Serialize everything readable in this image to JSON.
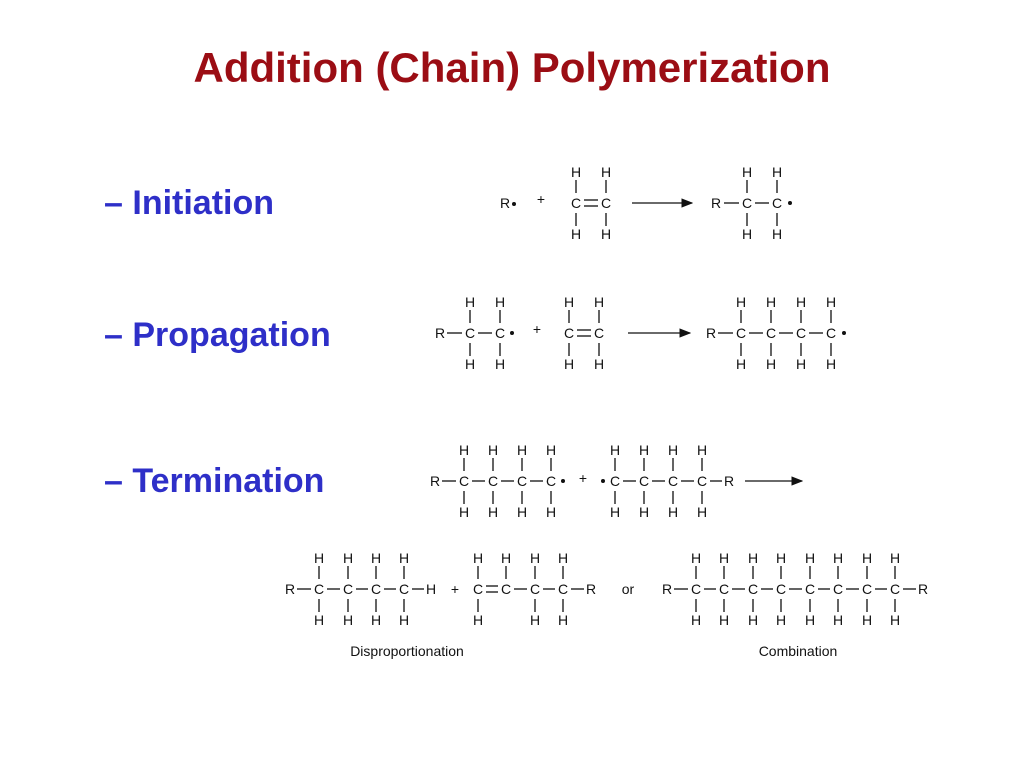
{
  "slide": {
    "title": "Addition (Chain) Polymerization",
    "title_color": "#9b0d14",
    "bullet_color": "#2e2fc8",
    "bullets": [
      {
        "dash": "–",
        "label": "Initiation"
      },
      {
        "dash": "–",
        "label": "Propagation"
      },
      {
        "dash": "–",
        "label": "Termination"
      }
    ]
  },
  "reactions": {
    "initiation": {
      "radical": "R",
      "plus": "+",
      "monomer": {
        "atoms": [
          "C",
          "C"
        ],
        "h": [
          "H",
          "H",
          "H",
          "H"
        ]
      },
      "product": {
        "prefix": "R",
        "atoms": [
          "C",
          "C"
        ],
        "h": [
          "H",
          "H",
          "H",
          "H"
        ]
      }
    },
    "propagation": {
      "reactant": {
        "prefix": "R",
        "atoms": [
          "C",
          "C"
        ],
        "h": [
          "H",
          "H",
          "H",
          "H"
        ]
      },
      "plus": "+",
      "monomer": {
        "atoms": [
          "C",
          "C"
        ],
        "h": [
          "H",
          "H",
          "H",
          "H"
        ]
      },
      "product": {
        "prefix": "R",
        "atoms": [
          "C",
          "C",
          "C",
          "C"
        ],
        "h": [
          "H",
          "H",
          "H",
          "H",
          "H",
          "H",
          "H",
          "H"
        ]
      }
    },
    "termination": {
      "left": {
        "prefix": "R",
        "atoms": [
          "C",
          "C",
          "C",
          "C"
        ],
        "h": [
          "H",
          "H",
          "H",
          "H",
          "H",
          "H",
          "H",
          "H"
        ]
      },
      "plus": "+",
      "right": {
        "atoms": [
          "C",
          "C",
          "C",
          "C"
        ],
        "suffix": "R",
        "h": [
          "H",
          "H",
          "H",
          "H",
          "H",
          "H",
          "H",
          "H"
        ]
      }
    },
    "outcomes": {
      "disproportionation_a": {
        "prefix": "R",
        "atoms": [
          "C",
          "C",
          "C",
          "C"
        ],
        "suffix": "H",
        "h": [
          "H",
          "H",
          "H",
          "H",
          "H",
          "H",
          "H",
          "H"
        ]
      },
      "plus": "+",
      "disproportionation_b": {
        "atoms": [
          "C",
          "C",
          "C",
          "C"
        ],
        "suffix": "R",
        "h": [
          "H",
          "H",
          "H",
          "H",
          "H",
          "H",
          "H"
        ]
      },
      "or": "or",
      "combination": {
        "prefix": "R",
        "atoms": [
          "C",
          "C",
          "C",
          "C",
          "C",
          "C",
          "C",
          "C"
        ],
        "suffix": "R",
        "h": [
          "H",
          "H",
          "H",
          "H",
          "H",
          "H",
          "H",
          "H",
          "H",
          "H",
          "H",
          "H",
          "H",
          "H",
          "H",
          "H"
        ]
      },
      "label_disproportionation": "Disproportionation",
      "label_combination": "Combination"
    }
  }
}
